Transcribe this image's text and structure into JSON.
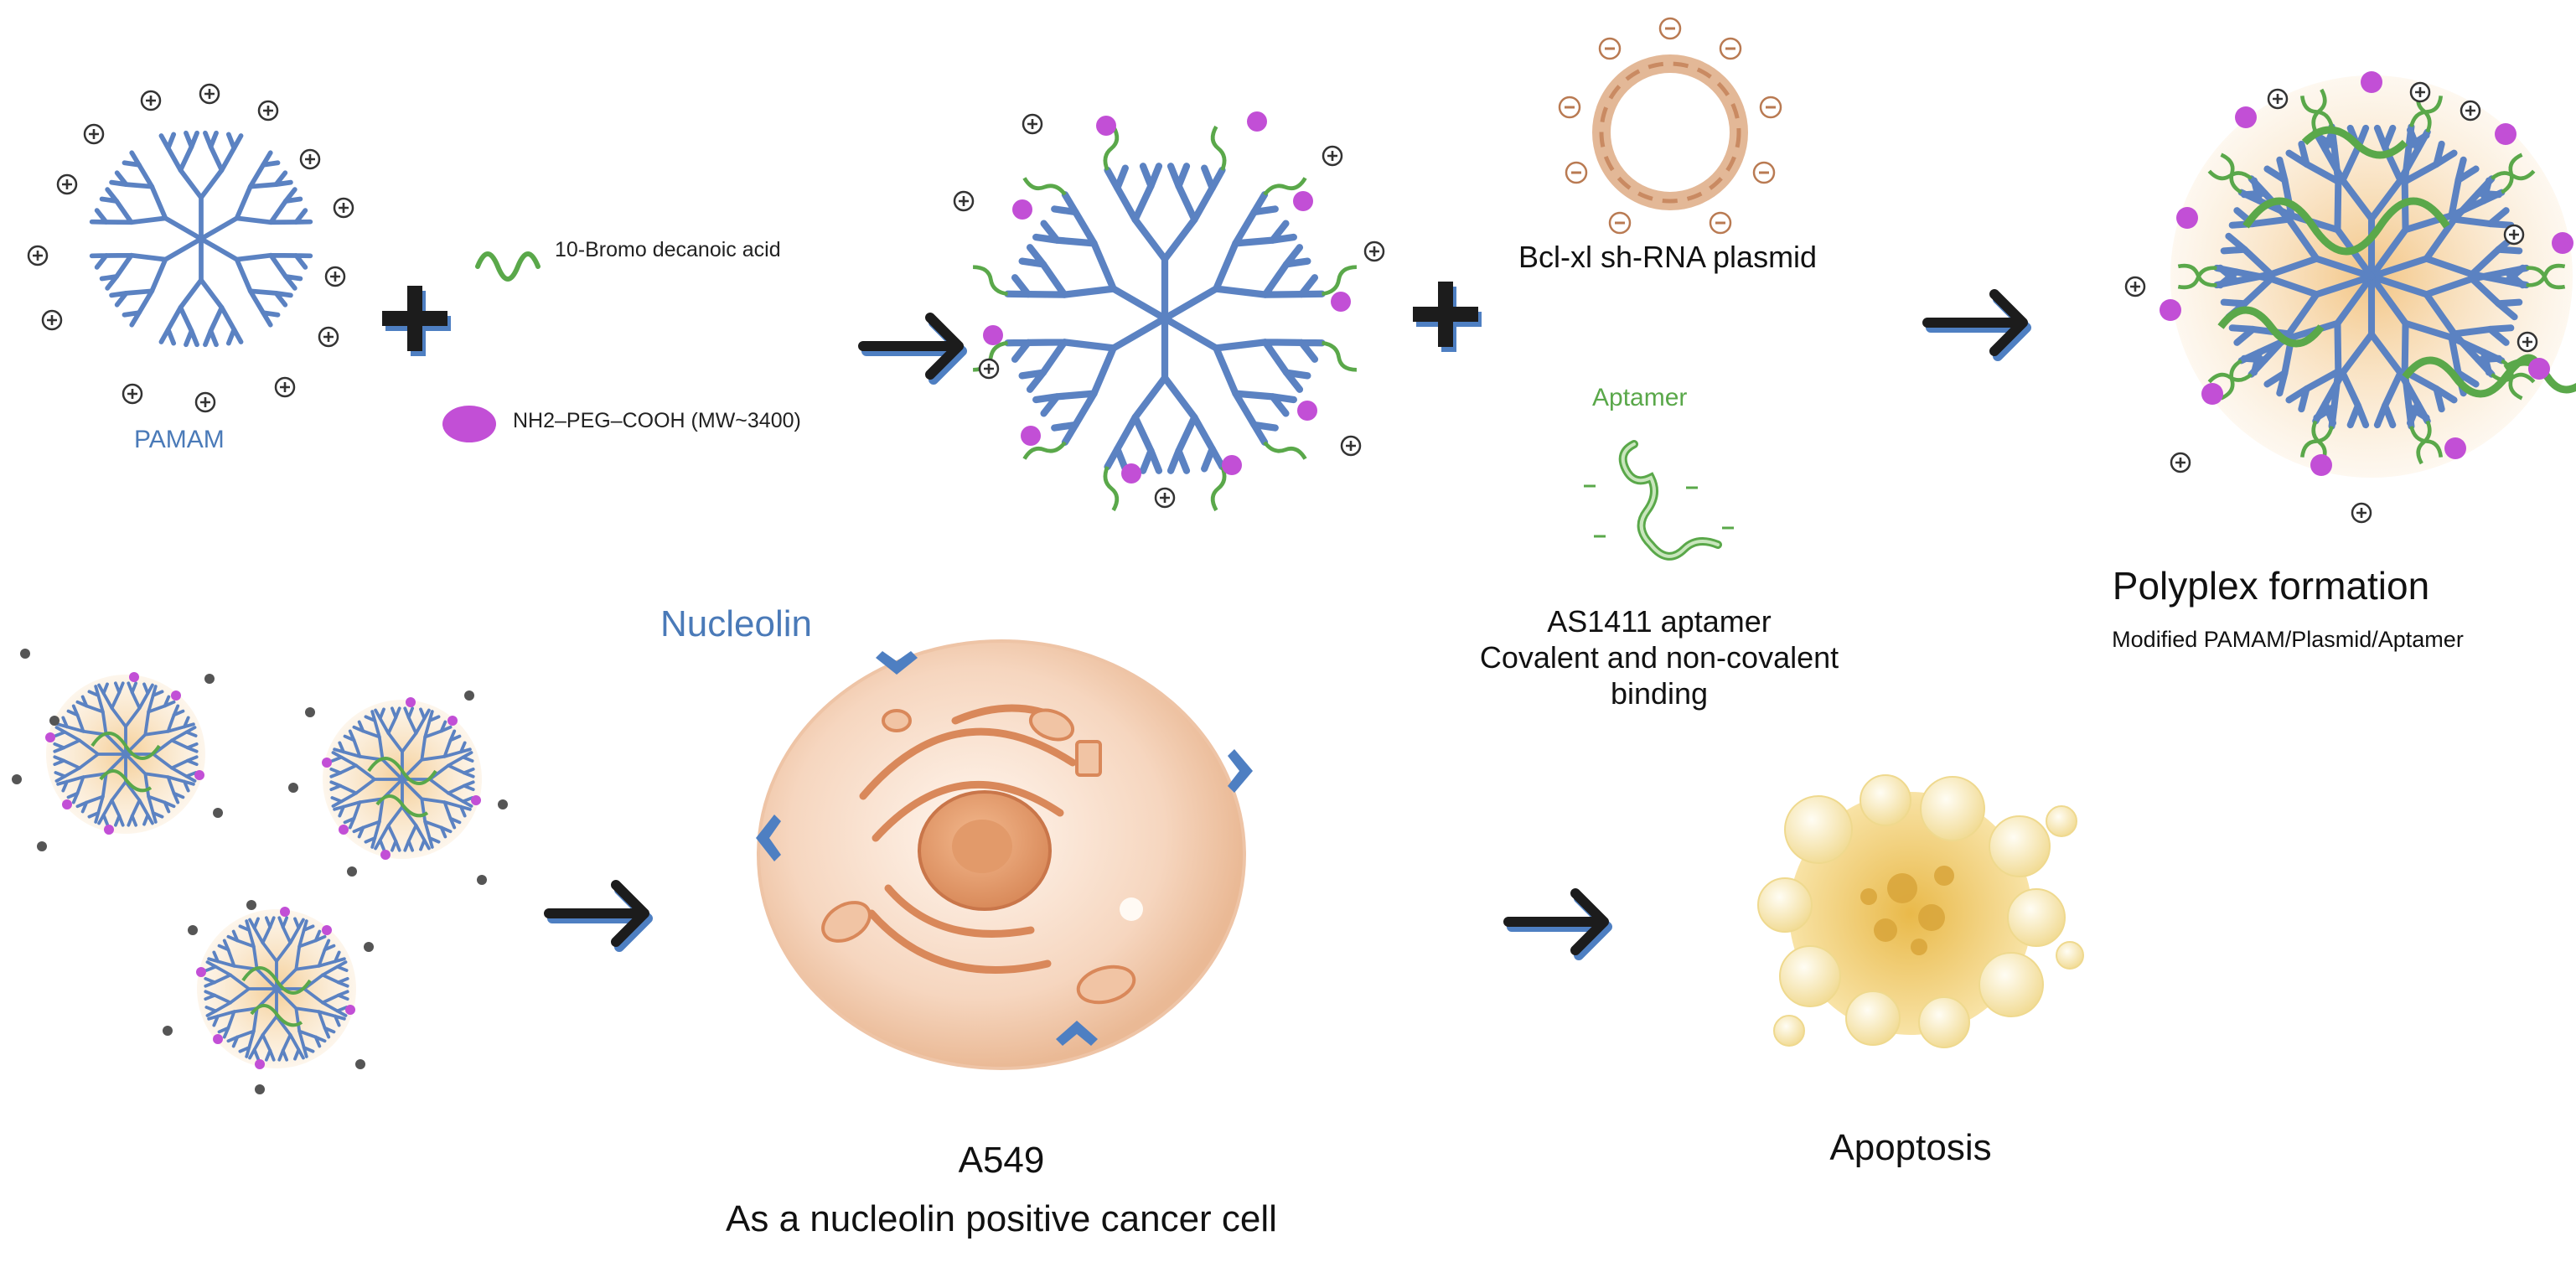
{
  "labels": {
    "pamam": "PAMAM",
    "bromo_acid": "10-Bromo decanoic acid",
    "peg": "NH2–PEG–COOH  (MW~3400)",
    "plasmid": "Bcl-xl sh-RNA plasmid",
    "aptamer_tag": "Aptamer",
    "aptamer_line1": "AS1411 aptamer",
    "aptamer_line2": "Covalent and non-covalent",
    "aptamer_line3": "binding",
    "polyplex_title": "Polyplex formation",
    "polyplex_sub": "Modified PAMAM/Plasmid/Aptamer",
    "nucleolin": "Nucleolin",
    "cell_name": "A549",
    "cell_desc": "As a nucleolin positive cancer cell",
    "apoptosis": "Apoptosis"
  },
  "symbols": {
    "plus": "+",
    "cation": "+",
    "anion": "−"
  },
  "colors": {
    "dendrimer_blue": "#5b82c2",
    "linker_green": "#5aa84a",
    "peg_magenta": "#c24fd6",
    "plasmid_orange": "#d9a07a",
    "arrow_dark": "#1c1c1c",
    "arrow_shadow": "#4e7fc2",
    "cell_peach": "#f6d6bf",
    "apoptosis_gold": "#e8c35a",
    "label_blue": "#4a7ab8"
  }
}
